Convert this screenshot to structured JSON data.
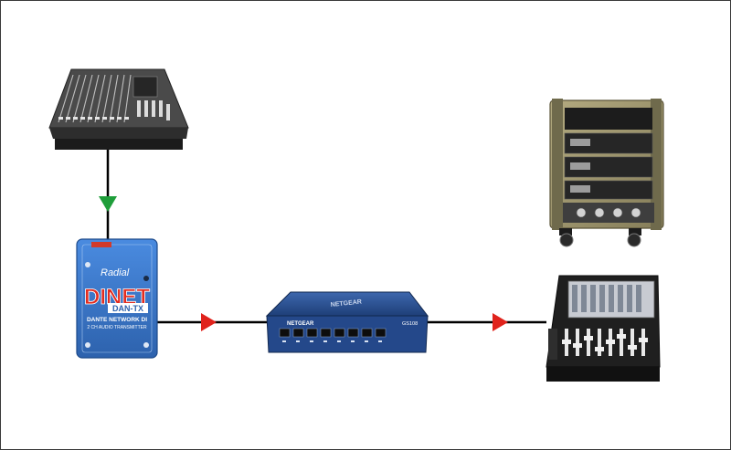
{
  "devices": {
    "analog_mixer": {
      "icon": "analog-mixer-icon"
    },
    "dante_transmitter": {
      "icon": "dante-transmitter-icon",
      "brand": "Radial",
      "model": "DINET",
      "submodel": "DAN-TX",
      "line1": "DANTE NETWORK DI",
      "line2": "2 CH AUDIO TRANSMITTER",
      "color": "#3f7fd0"
    },
    "network_switch": {
      "icon": "network-switch-icon",
      "brand": "NETGEAR",
      "model": "GS108",
      "color": "#2a4f8f"
    },
    "amp_rack": {
      "icon": "amplifier-rack-icon"
    },
    "digital_console": {
      "icon": "digital-console-icon"
    }
  },
  "connectors": {
    "line_color": "#000000",
    "arrow_green": "#1f9e3a",
    "arrow_red": "#e0231c"
  }
}
